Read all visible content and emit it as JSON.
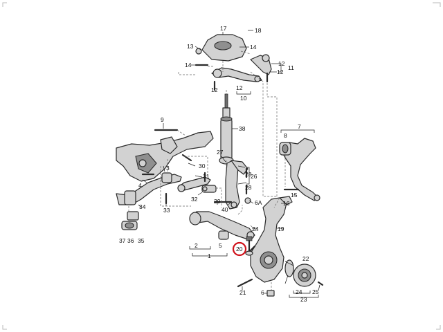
{
  "labels": [
    {
      "key": "17",
      "text": "17"
    },
    {
      "key": "18",
      "text": "18"
    },
    {
      "key": "13",
      "text": "13"
    },
    {
      "key": "14a",
      "text": "14"
    },
    {
      "key": "14b",
      "text": "14"
    },
    {
      "key": "12a",
      "text": "12"
    },
    {
      "key": "12b",
      "text": "12"
    },
    {
      "key": "11",
      "text": "11"
    },
    {
      "key": "12c",
      "text": "12"
    },
    {
      "key": "12d",
      "text": "12"
    },
    {
      "key": "10",
      "text": "10"
    },
    {
      "key": "9",
      "text": "9"
    },
    {
      "key": "38",
      "text": "38"
    },
    {
      "key": "7",
      "text": "7"
    },
    {
      "key": "8",
      "text": "8"
    },
    {
      "key": "27",
      "text": "27"
    },
    {
      "key": "26",
      "text": "26"
    },
    {
      "key": "30",
      "text": "30"
    },
    {
      "key": "31",
      "text": "31"
    },
    {
      "key": "4",
      "text": "4"
    },
    {
      "key": "3",
      "text": "3"
    },
    {
      "key": "28a",
      "text": "28"
    },
    {
      "key": "28b",
      "text": "28"
    },
    {
      "key": "6a",
      "text": "6A"
    },
    {
      "key": "32",
      "text": "32"
    },
    {
      "key": "33",
      "text": "33"
    },
    {
      "key": "15",
      "text": "15"
    },
    {
      "key": "34",
      "text": "34"
    },
    {
      "key": "29",
      "text": "29"
    },
    {
      "key": "40",
      "text": "40"
    },
    {
      "key": "16",
      "text": "16"
    },
    {
      "key": "19",
      "text": "19"
    },
    {
      "key": "24",
      "text": "24"
    },
    {
      "key": "37",
      "text": "37"
    },
    {
      "key": "36",
      "text": "36"
    },
    {
      "key": "35",
      "text": "35"
    },
    {
      "key": "2",
      "text": "2"
    },
    {
      "key": "5",
      "text": "5"
    },
    {
      "key": "1",
      "text": "1"
    },
    {
      "key": "20",
      "text": "20"
    },
    {
      "key": "22",
      "text": "22"
    },
    {
      "key": "21",
      "text": "21"
    },
    {
      "key": "6b",
      "text": "6"
    },
    {
      "key": "24b",
      "text": "24"
    },
    {
      "key": "25",
      "text": "25"
    },
    {
      "key": "23",
      "text": "23"
    }
  ],
  "highlighted_part": "20",
  "colors": {
    "highlight": "#d0121b",
    "part_fill": "#d2d2d2",
    "outline": "#2a2a2a"
  }
}
